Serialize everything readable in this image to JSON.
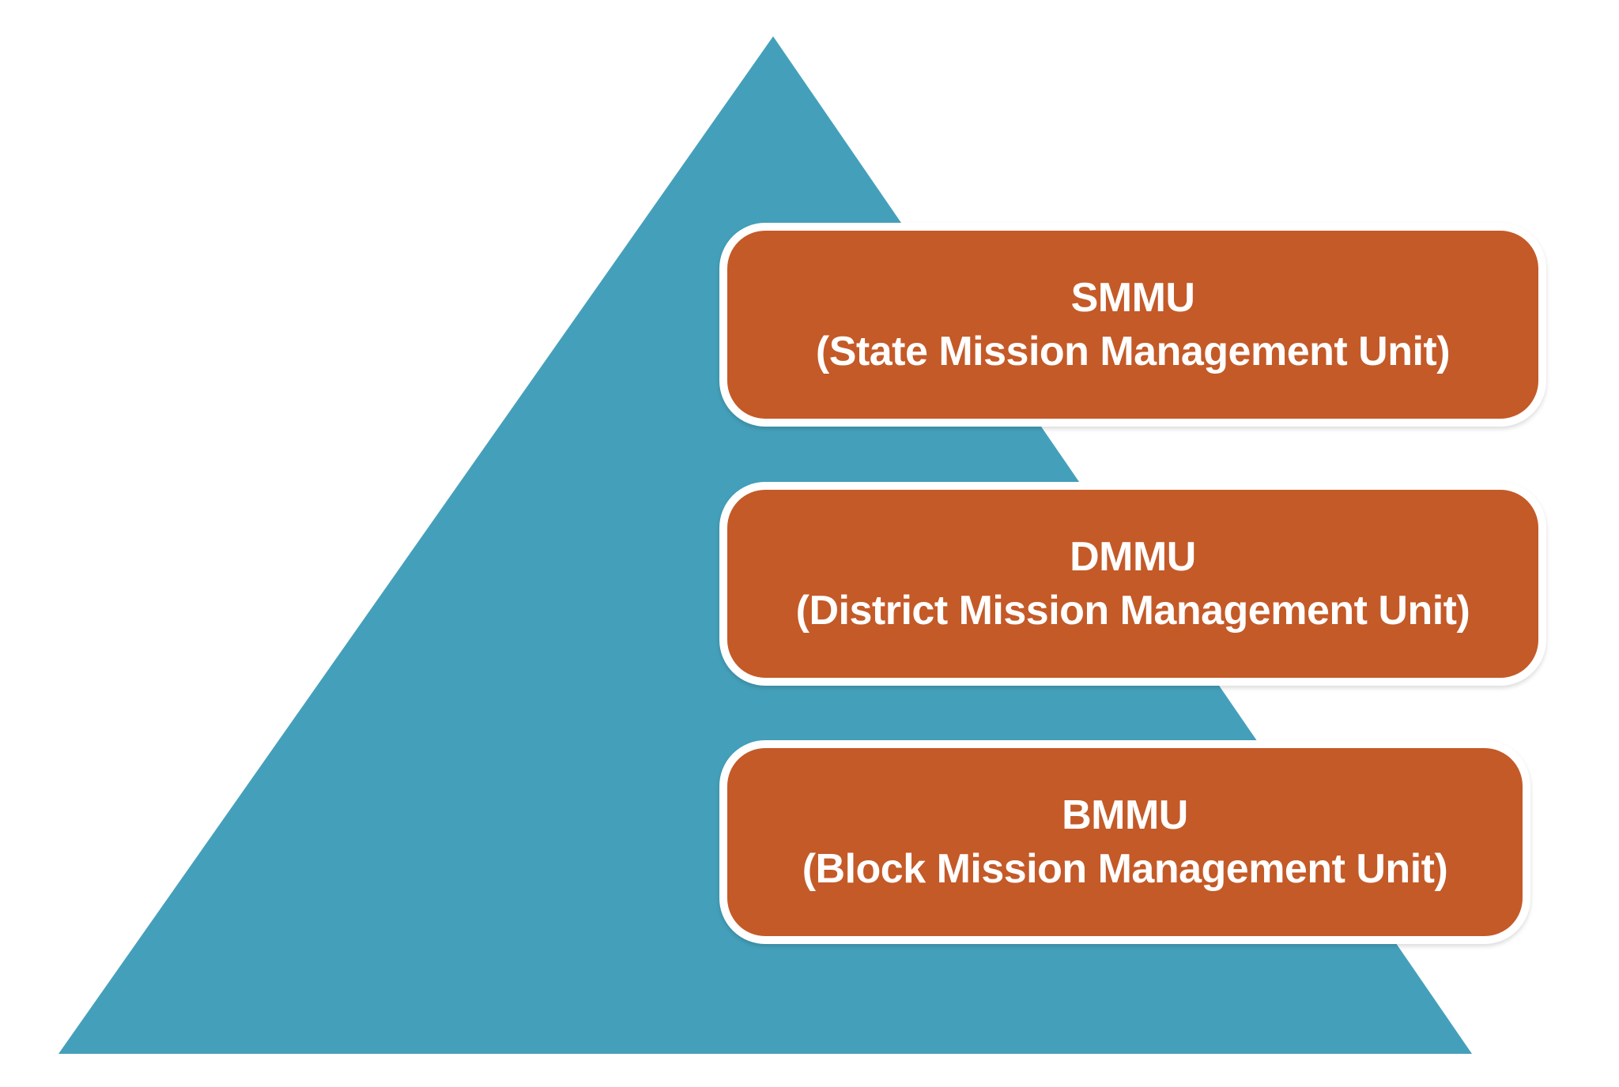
{
  "colors": {
    "background": "#FFFFFF",
    "teal": "#44A0BA",
    "orange": "#C45A28",
    "card_outline": "#FFFFFF",
    "text": "#FFFFFF"
  },
  "pyramid": {
    "shape": "triangle"
  },
  "levels": [
    {
      "acronym": "SMMU",
      "full_name": "(State Mission Management Unit)"
    },
    {
      "acronym": "DMMU",
      "full_name": "(District Mission Management Unit)"
    },
    {
      "acronym": "BMMU",
      "full_name": "(Block Mission Management Unit)"
    }
  ]
}
